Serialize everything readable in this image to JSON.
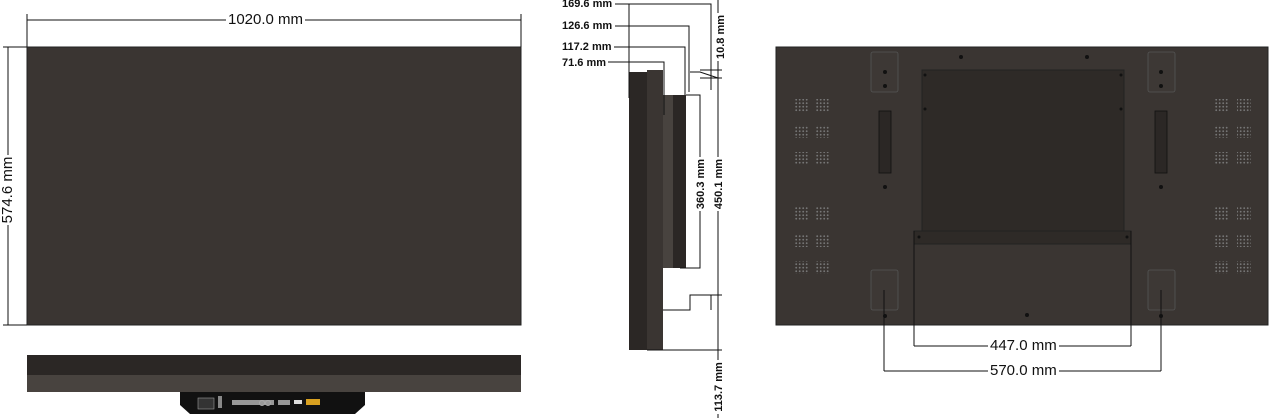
{
  "front_view": {
    "width_label": "1020.0 mm",
    "height_label": "574.6 mm"
  },
  "side_view": {
    "depth_labels": [
      "169.6 mm",
      "126.6 mm",
      "117.2 mm",
      "71.6 mm"
    ],
    "gap_label": "10.8 mm",
    "module_height_label": "360.3 mm",
    "mount_height_label": "450.1 mm",
    "bottom_offset_label": "113.7 mm"
  },
  "back_view": {
    "inner_mount_label": "447.0 mm",
    "outer_mount_label": "570.0 mm"
  },
  "colors": {
    "panel": "#3a3532",
    "panel_dark": "#2b2725",
    "plate": "#2e2a27",
    "line": "#111111"
  }
}
